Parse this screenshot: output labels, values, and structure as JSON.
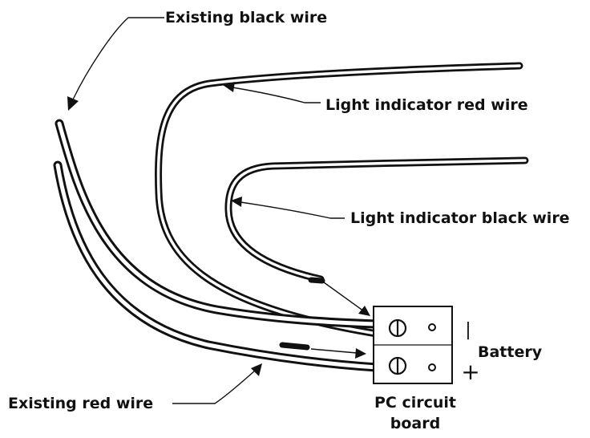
{
  "labels": {
    "existing_black_wire": "Existing black wire",
    "light_indicator_red_wire": "Light indicator red wire",
    "light_indicator_black_wire": "Light indicator black wire",
    "existing_red_wire": "Existing red wire",
    "battery": "Battery",
    "pc_circuit_board_line1": "PC circuit",
    "pc_circuit_board_line2": "board",
    "terminal_minus": "|",
    "terminal_plus": "+"
  },
  "colors": {
    "ink": "#111111",
    "background": "#ffffff"
  }
}
